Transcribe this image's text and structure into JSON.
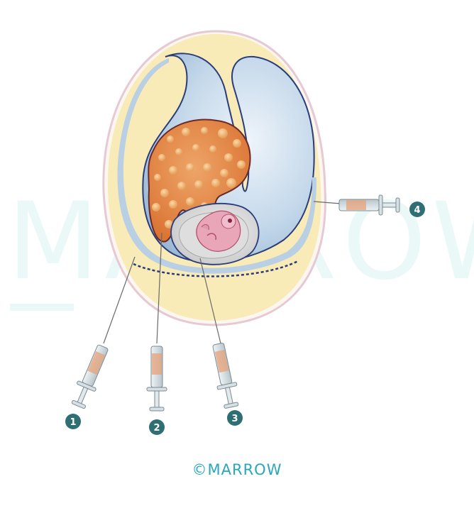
{
  "watermark": "MARROW",
  "credit": "©MARROW",
  "colors": {
    "brand_teal": "#2aa8b8",
    "marker_fill": "#2f6e72",
    "egg_outline": "#e7c9d3",
    "yolk_yellow": "#f8ebb7",
    "albumen_blue": "#a9c6df",
    "membrane_navy": "#2a3d7a",
    "yolk_orange": "#e38a47",
    "watermark": "#eaf8f8"
  },
  "markers": [
    {
      "label": "1"
    },
    {
      "label": "2"
    },
    {
      "label": "3"
    },
    {
      "label": "4"
    }
  ]
}
